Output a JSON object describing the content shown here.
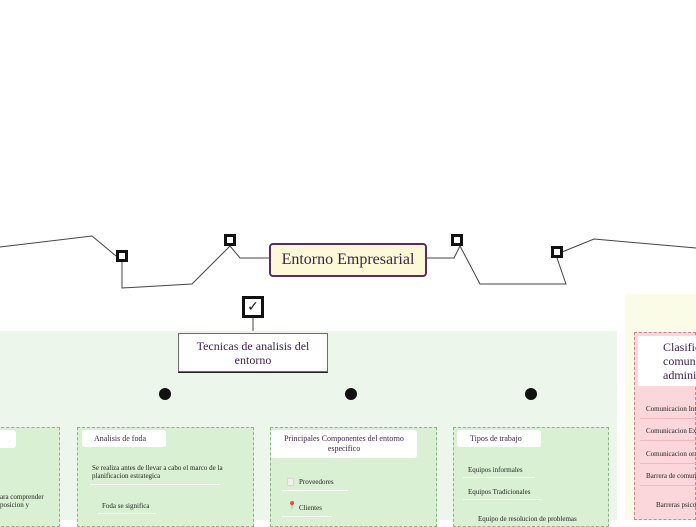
{
  "root": {
    "title": "Entorno Empresarial"
  },
  "main_topic": {
    "title": "Tecnicas de analisis del entorno",
    "check_mark": "✓"
  },
  "columns": {
    "analisis_foda": {
      "title": "Analisis de foda",
      "items": [
        "Se realiza antes de llevar a cabo el marco de la planificacion estrategica",
        "Foda se significa"
      ]
    },
    "componentes": {
      "title": "Principales Componentes del entorno especifico",
      "items": [
        "Proveedores",
        "Clientes"
      ],
      "icons": [
        "document-icon",
        "map-pin-icon"
      ]
    },
    "tipos_trabajo": {
      "title": "Tipos de trabajo",
      "items": [
        "Equipos informales",
        "Equipos Tradicionales",
        "Equipo de resolucion de problemas"
      ]
    },
    "left_partial": {
      "text": "ara comprender posicion y"
    }
  },
  "right_panel": {
    "title": "Clasificacion comunicacion administrativa",
    "items": [
      "Comunicacion Interna",
      "Comunicacion Externa",
      "Comunicacion oral",
      "Barrera de comunicacion",
      "Barreras psicologicas"
    ]
  },
  "colors": {
    "root_fill": "#fdf9d6",
    "root_border": "#5b2a6e",
    "section_fill": "#edf6ea",
    "column_fill": "#d9f0d2",
    "pink_panel": "#fbd7dc"
  }
}
